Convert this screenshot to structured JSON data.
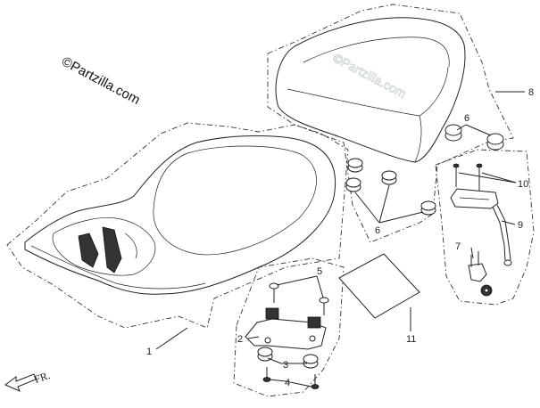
{
  "watermark": {
    "text": "©Partzilla.com",
    "ghost_text": "©Partzilla.com"
  },
  "direction": {
    "label": "FR."
  },
  "callouts": [
    {
      "id": "c1",
      "text": "1"
    },
    {
      "id": "c2",
      "text": "2"
    },
    {
      "id": "c3",
      "text": "3"
    },
    {
      "id": "c4",
      "text": "4"
    },
    {
      "id": "c5",
      "text": "5"
    },
    {
      "id": "c6a",
      "text": "6"
    },
    {
      "id": "c6b",
      "text": "6"
    },
    {
      "id": "c7",
      "text": "7"
    },
    {
      "id": "c8",
      "text": "8"
    },
    {
      "id": "c9",
      "text": "9"
    },
    {
      "id": "c10",
      "text": "10"
    },
    {
      "id": "c11",
      "text": "11"
    }
  ]
}
